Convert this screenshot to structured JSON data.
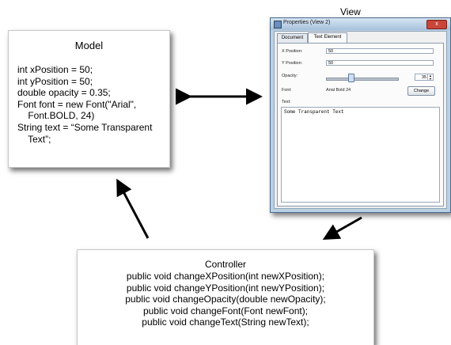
{
  "view_label": "View",
  "model": {
    "title": "Model",
    "code": "int xPosition = 50;\nint yPosition = 50;\ndouble opacity = 0.35;\nFont font = new Font(\"Arial\",\n    Font.BOLD, 24)\nString text = “Some Transparent\n    Text”;"
  },
  "controller": {
    "title": "Controller",
    "lines": [
      "public void changeXPosition(int newXPosition);",
      "public void changeYPosition(int newYPosition);",
      "public void changeOpacity(double newOpacity);",
      "public void changeFont(Font newFont);",
      "public void changeText(String newText);"
    ]
  },
  "window": {
    "title": "Properties (View 2)",
    "close_glyph": "x",
    "tabs": [
      "Document",
      "Text Element"
    ],
    "active_tab": "Text Element",
    "x_label": "X Position:",
    "x_value": "50",
    "y_label": "Y Position:",
    "y_value": "50",
    "opacity_label": "Opacity:",
    "opacity_value": "35",
    "opacity_fraction": 0.35,
    "font_label": "Font:",
    "font_value": "Arial Bold 24",
    "change_label": "Change",
    "text_label": "Text:",
    "text_value": "Some Transparent Text"
  },
  "colors": {
    "arrow": "#000000",
    "title_bar": "#a7c1db",
    "close": "#c9453a"
  }
}
